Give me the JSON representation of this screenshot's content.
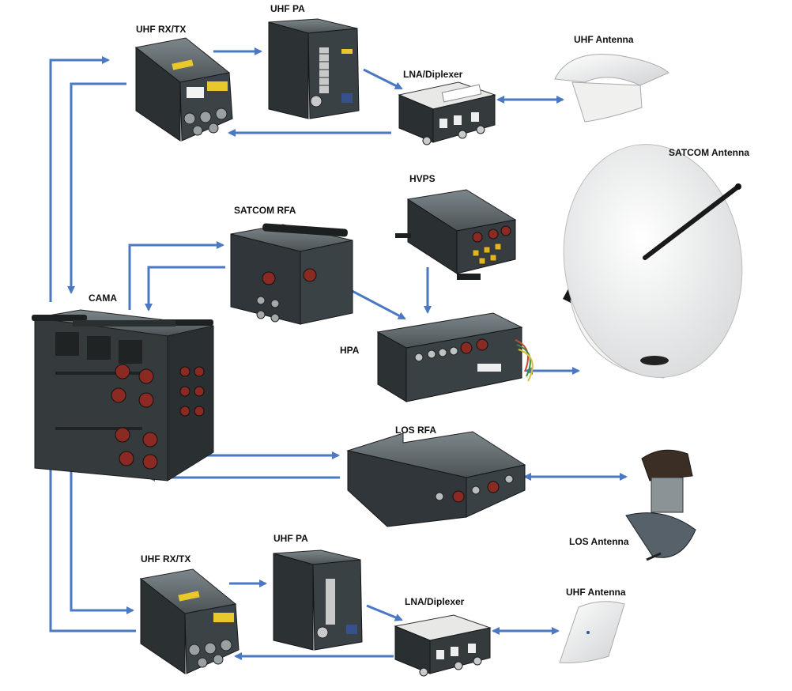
{
  "colors": {
    "arrow": "#4a78c2",
    "metal_dark": "#2e3436",
    "metal_mid": "#474e51",
    "metal_light": "#6b7478",
    "label_yellow": "#e9c82e",
    "connector_red": "#8b2a22",
    "antenna_white": "#eeeeec"
  },
  "labels": {
    "uhf_rxtx_top": "UHF RX/TX",
    "uhf_pa_top": "UHF PA",
    "lna_top": "LNA/Diplexer",
    "uhf_antenna_top": "UHF Antenna",
    "satcom_antenna": "SATCOM Antenna",
    "hvps": "HVPS",
    "satcom_rfa": "SATCOM RFA",
    "cama": "CAMA",
    "hpa": "HPA",
    "los_rfa": "LOS RFA",
    "los_antenna": "LOS Antenna",
    "uhf_pa_bottom": "UHF PA",
    "uhf_rxtx_bottom": "UHF RX/TX",
    "lna_bottom": "LNA/Diplexer",
    "uhf_antenna_bottom": "UHF Antenna"
  },
  "components": [
    {
      "id": "cama",
      "icon": "rack-chassis-icon"
    },
    {
      "id": "uhf-rxtx-top",
      "icon": "radio-unit-icon"
    },
    {
      "id": "uhf-pa-top",
      "icon": "amplifier-box-icon"
    },
    {
      "id": "lna-top",
      "icon": "diplexer-box-icon"
    },
    {
      "id": "uhf-antenna-top",
      "icon": "blade-antenna-icon"
    },
    {
      "id": "satcom-rfa",
      "icon": "rf-assembly-icon"
    },
    {
      "id": "hvps",
      "icon": "power-supply-icon"
    },
    {
      "id": "hpa",
      "icon": "power-amplifier-icon"
    },
    {
      "id": "satcom-antenna",
      "icon": "dish-antenna-icon"
    },
    {
      "id": "los-rfa",
      "icon": "rf-assembly-icon"
    },
    {
      "id": "los-antenna",
      "icon": "steerable-antenna-icon"
    },
    {
      "id": "uhf-rxtx-bottom",
      "icon": "radio-unit-icon"
    },
    {
      "id": "uhf-pa-bottom",
      "icon": "amplifier-box-icon"
    },
    {
      "id": "lna-bottom",
      "icon": "diplexer-box-icon"
    },
    {
      "id": "uhf-antenna-bottom",
      "icon": "blade-antenna-icon"
    }
  ]
}
